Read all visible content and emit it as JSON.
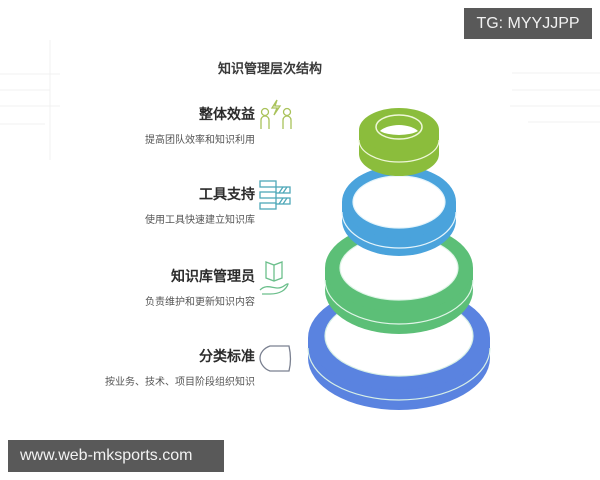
{
  "title": "知识管理层次结构",
  "levels": [
    {
      "heading": "整体效益",
      "description": "提高团队效率和知识利用",
      "icon": "people-exchange-icon",
      "color": "#8bbd3c"
    },
    {
      "heading": "工具支持",
      "description": "使用工具快速建立知识库",
      "icon": "stacked-bars-icon",
      "color": "#4aa3dc"
    },
    {
      "heading": "知识库管理员",
      "description": "负责维护和更新知识内容",
      "icon": "book-hand-icon",
      "color": "#5cbf77"
    },
    {
      "heading": "分类标准",
      "description": "按业务、技术、项目阶段组织知识",
      "icon": "tag-shape-icon",
      "color": "#5a83e0"
    }
  ],
  "watermarks": {
    "top_right": "TG: MYYJJPP",
    "bottom_left": "www.web-mksports.com"
  },
  "colors": {
    "ring_green_top": "#8bbd3c",
    "ring_blue": "#4aa3dc",
    "ring_green": "#5cbf77",
    "ring_royal_blue": "#5a83e0",
    "badge_bg": "#595959"
  }
}
